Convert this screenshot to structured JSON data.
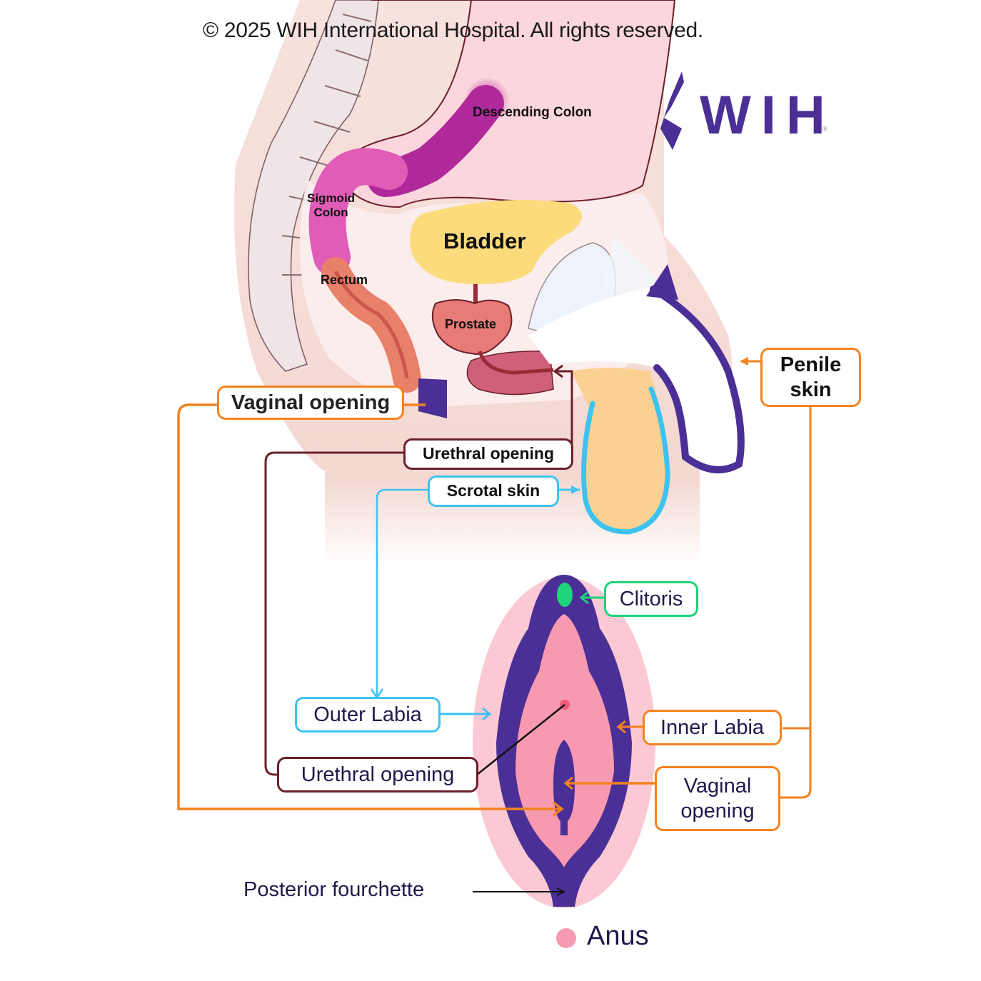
{
  "copyright": "© 2025 WIH International Hospital. All rights reserved.",
  "brand": {
    "logo_text": "WIH",
    "registered_mark": "®",
    "color": "#4a2f96"
  },
  "organs": {
    "descending_colon": "Descending Colon",
    "sigmoid_colon": [
      "Sigmoid",
      "Colon"
    ],
    "rectum": "Rectum",
    "bladder": "Bladder",
    "prostate": "Prostate"
  },
  "male_labels": {
    "vaginal_opening": "Vaginal opening",
    "urethral_opening": "Urethral opening",
    "scrotal_skin": "Scrotal skin",
    "penile_skin": [
      "Penile",
      "skin"
    ]
  },
  "female_labels": {
    "clitoris": "Clitoris",
    "outer_labia": "Outer Labia",
    "inner_labia": "Inner Labia",
    "urethral_opening": "Urethral opening",
    "vaginal_opening": [
      "Vaginal",
      "opening"
    ],
    "posterior_fourchette": "Posterior fourchette",
    "anus": "Anus"
  },
  "colors": {
    "orange": "#f5821f",
    "maroon": "#6b1f2a",
    "cyan": "#3ec3f0",
    "green": "#1fd47a",
    "purple": "#4a2f96",
    "light_pink": "#fbc9d4",
    "mid_pink": "#f799b0",
    "bladder_yellow": "#fbdb7c",
    "scrotum_peach": "#fbd193"
  }
}
